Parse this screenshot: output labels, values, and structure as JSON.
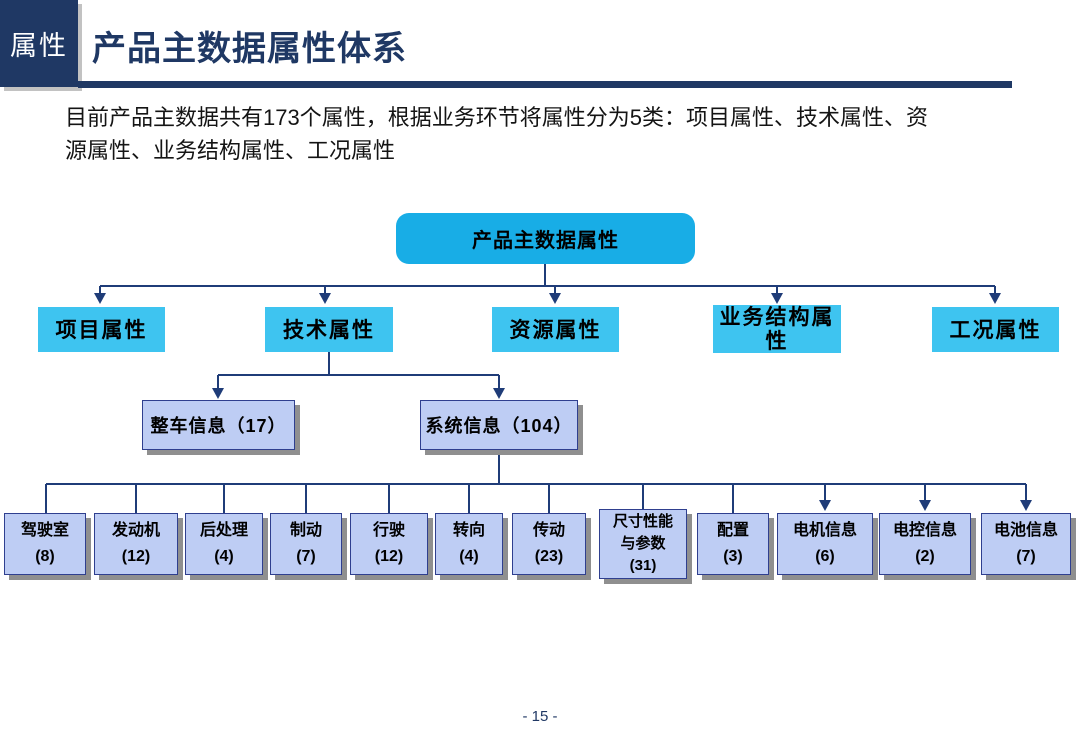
{
  "header": {
    "corner_label": "属性",
    "title": "产品主数据属性体系"
  },
  "intro": {
    "text": "目前产品主数据共有173个属性，根据业务环节将属性分为5类：项目属性、技术属性、资\n源属性、业务结构属性、工况属性"
  },
  "colors": {
    "navy": "#1F3864",
    "connector": "#1F3C78",
    "root_fill": "#18ADE6",
    "level2_fill": "#3EC4F0",
    "leaf_fill": "#BECDF4",
    "leaf_border": "#2F3F8F",
    "leaf_shadow": "#8f8f8f"
  },
  "diagram": {
    "root": {
      "label": "产品主数据属性"
    },
    "level2": [
      {
        "label": "项目属性"
      },
      {
        "label": "技术属性"
      },
      {
        "label": "资源属性"
      },
      {
        "label": "业务结构属\n性"
      },
      {
        "label": "工况属性"
      }
    ],
    "level3": [
      {
        "label": "整车信息（17）"
      },
      {
        "label": "系统信息（104）"
      }
    ],
    "level4": [
      {
        "name": "驾驶室",
        "count": "(8)"
      },
      {
        "name": "发动机",
        "count": "(12)"
      },
      {
        "name": "后处理",
        "count": "(4)"
      },
      {
        "name": "制动",
        "count": "(7)"
      },
      {
        "name": "行驶",
        "count": "(12)"
      },
      {
        "name": "转向",
        "count": "(4)"
      },
      {
        "name": "传动",
        "count": "(23)"
      },
      {
        "name": "尺寸性能\n与参数",
        "count": "(31)"
      },
      {
        "name": "配置",
        "count": "(3)"
      },
      {
        "name": "电机信息",
        "count": "(6)"
      },
      {
        "name": "电控信息",
        "count": "(2)"
      },
      {
        "name": "电池信息",
        "count": "(7)"
      }
    ]
  },
  "footer": {
    "page_number": "- 15 -"
  }
}
